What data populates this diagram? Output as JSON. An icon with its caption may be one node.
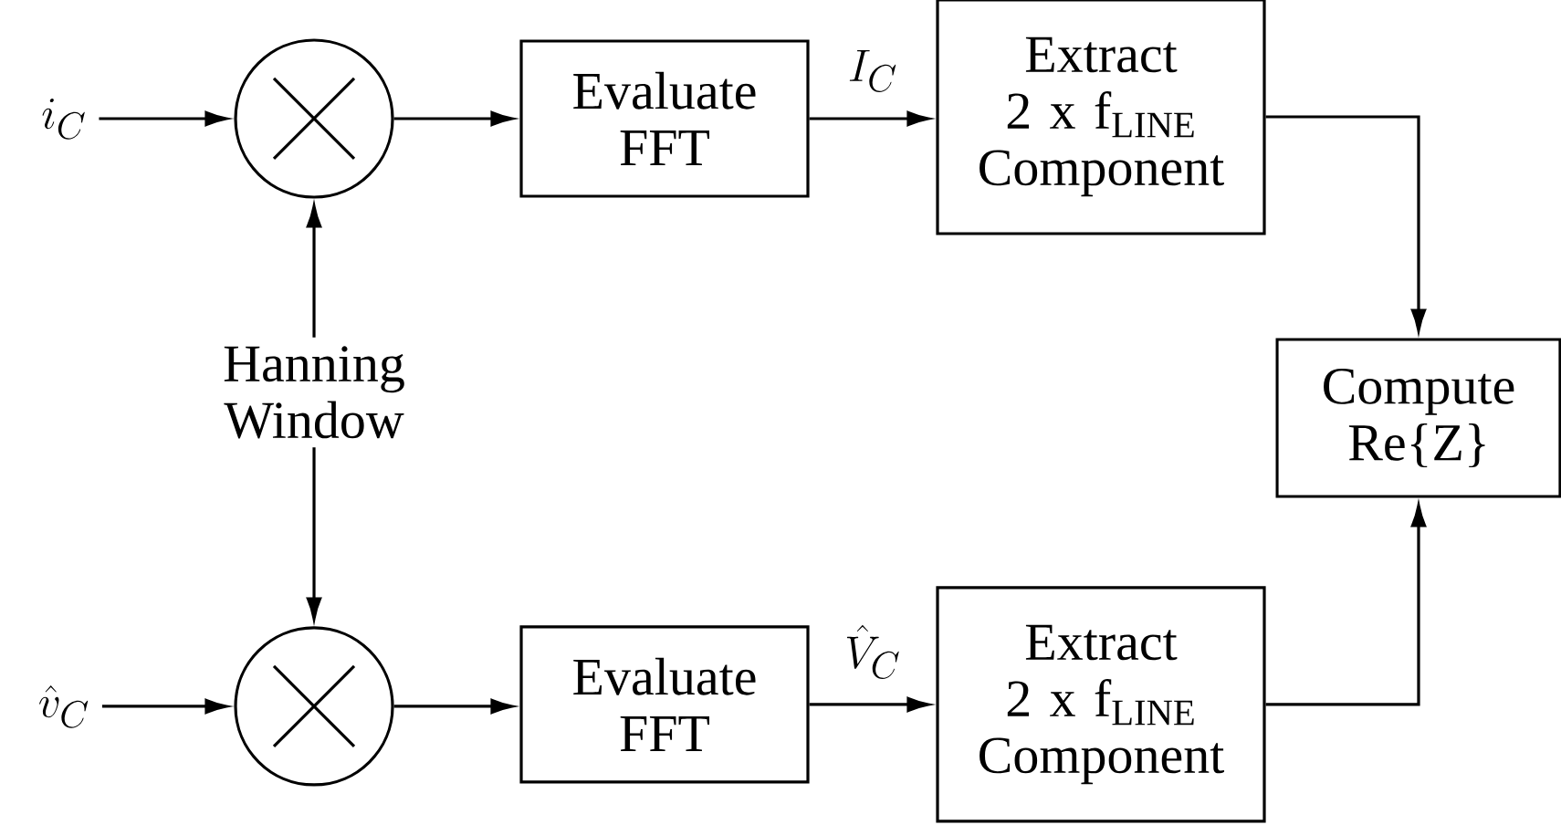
{
  "diagram": {
    "nodes": [
      {
        "text": [
          "i_{C}"
        ]
      },
      {
        "text": [],
        "shape": "circle"
      },
      {
        "text": [
          "Evaluate FFT"
        ]
      },
      {
        "text": [
          "Extract 2 x f$_{LINE}$ Component"
        ]
      },
      {
        "text": [
          "Hanning Window"
        ]
      },
      {
        "text": [],
        "shape": "circle"
      },
      {
        "text": [
          "\\hat{v}_{C}"
        ]
      },
      {
        "text": [
          "Evaluate FFT"
        ]
      },
      {
        "text": [
          "Extract 2 x f$_{LINE}$ Component"
        ]
      },
      {
        "text": [
          "Compute Re{Z}"
        ]
      }
    ],
    "edges": [
      {
        "from": 0,
        "to": 1,
        "arrow": "to"
      },
      {
        "from": 1,
        "to": 2,
        "arrow": "to"
      },
      {
        "from": 2,
        "to": 3,
        "arrow": "to",
        "label": "I_{C}"
      },
      {
        "from": 4,
        "to": 1,
        "arrow": "to"
      },
      {
        "from": 4,
        "to": 5,
        "arrow": "to"
      },
      {
        "from": 3,
        "to": 9,
        "arrow": "to"
      },
      {
        "from": 6,
        "to": 5,
        "arrow": "to"
      },
      {
        "from": 5,
        "to": 7,
        "arrow": "to"
      },
      {
        "from": 7,
        "to": 8,
        "arrow": "to",
        "label": "\\hat{V}_{C}"
      },
      {
        "from": 8,
        "to": 9,
        "arrow": "to"
      }
    ]
  }
}
